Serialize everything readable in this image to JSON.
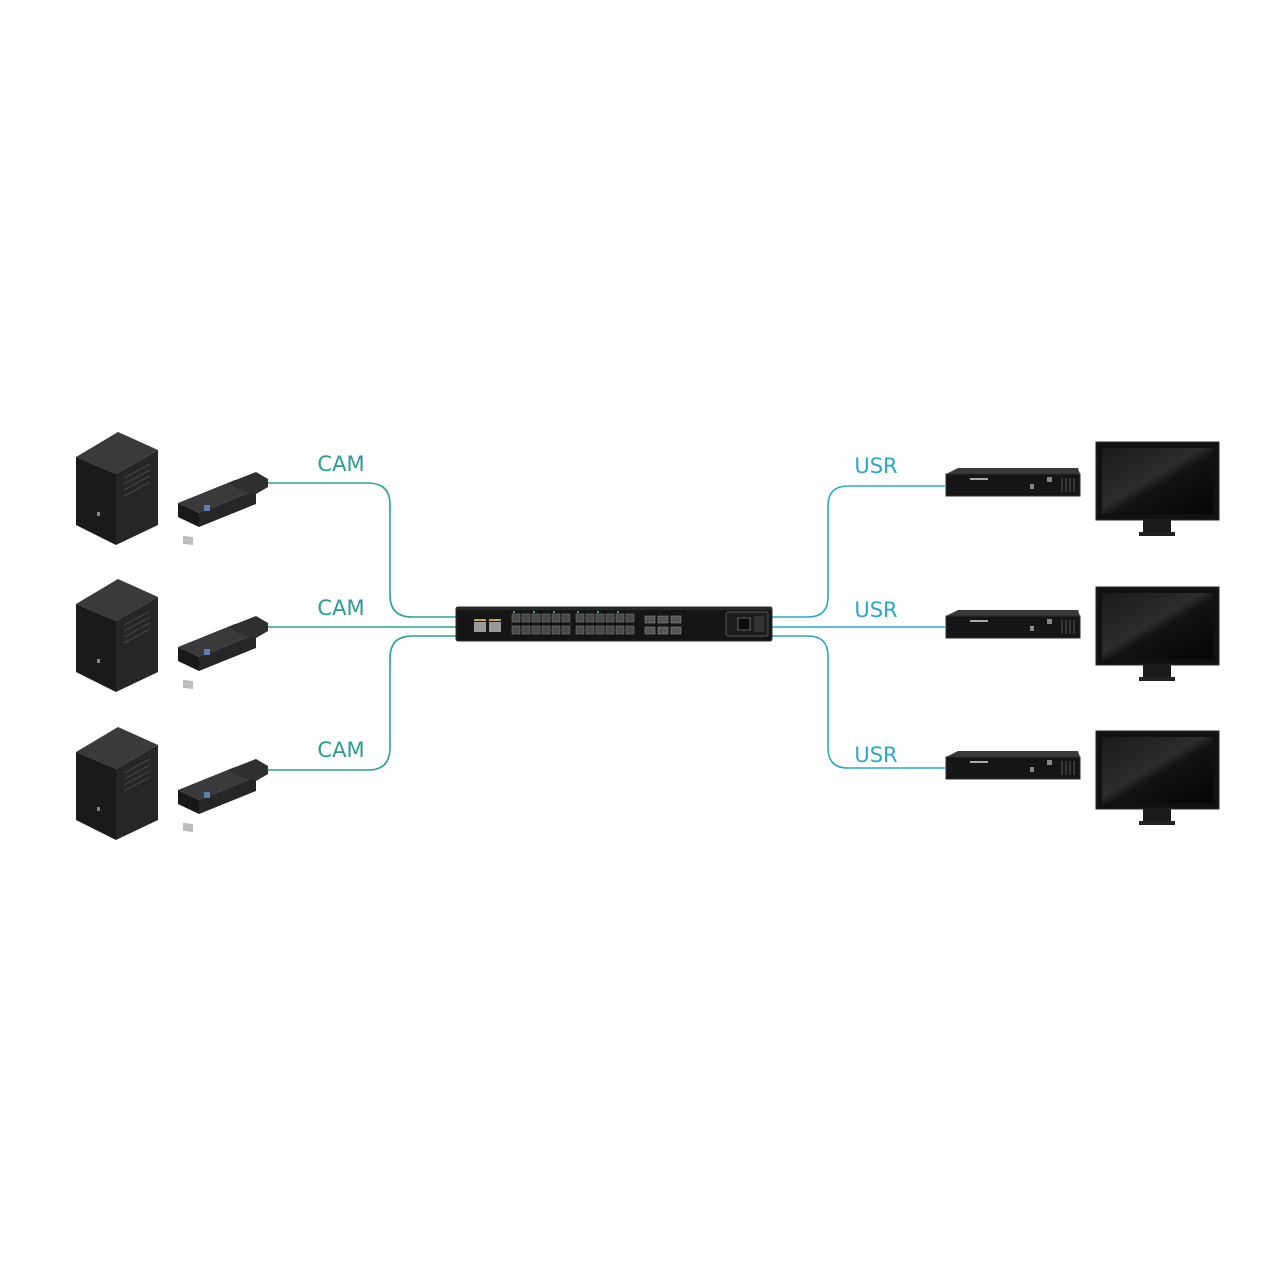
{
  "diagram": {
    "colors": {
      "cable_cam": "#2aa198",
      "cable_usr": "#2aa7c9",
      "label_cam": "#2a9d8f",
      "label_usr": "#2aa7c9",
      "device_body": "#151515",
      "device_edge": "#2e2e2e",
      "monitor_screen": "#0d0d0d"
    },
    "left_links": [
      {
        "label": "CAM",
        "source": "tower-computer",
        "transmitter": "cam-transmitter-dongle"
      },
      {
        "label": "CAM",
        "source": "tower-computer",
        "transmitter": "cam-transmitter-dongle"
      },
      {
        "label": "CAM",
        "source": "tower-computer",
        "transmitter": "cam-transmitter-dongle"
      }
    ],
    "right_links": [
      {
        "label": "USR",
        "receiver": "usr-receiver-box",
        "display": "monitor"
      },
      {
        "label": "USR",
        "receiver": "usr-receiver-box",
        "display": "monitor"
      },
      {
        "label": "USR",
        "receiver": "usr-receiver-box",
        "display": "monitor"
      }
    ],
    "center": {
      "device": "network-switch"
    }
  }
}
